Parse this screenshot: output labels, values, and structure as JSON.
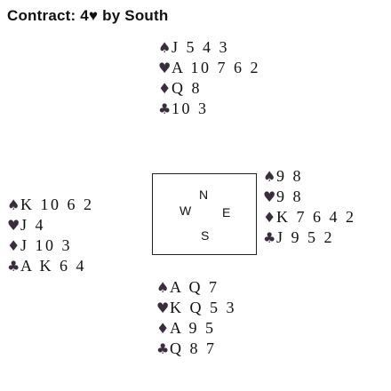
{
  "title": "Contract: 4♥ by South",
  "suit_icons": {
    "spade": "♠",
    "heart": "♥",
    "diamond": "♦",
    "club": "♣"
  },
  "compass": {
    "north": "N",
    "west": "W",
    "east": "E",
    "south": "S"
  },
  "hands": {
    "north": {
      "spades": "J 5 4 3",
      "hearts": "A 10 7 6 2",
      "diamonds": "Q 8",
      "clubs": "10 3"
    },
    "west": {
      "spades": "K 10 6 2",
      "hearts": "J 4",
      "diamonds": "J 10 3",
      "clubs": "A K 6 4"
    },
    "east": {
      "spades": "9 8",
      "hearts": "9 8",
      "diamonds": "K 7 6 4 2",
      "clubs": "J 9 5 2"
    },
    "south": {
      "spades": "A Q 7",
      "hearts": "K Q 5 3",
      "diamonds": "A 9 5",
      "clubs": "Q 8 7"
    }
  }
}
